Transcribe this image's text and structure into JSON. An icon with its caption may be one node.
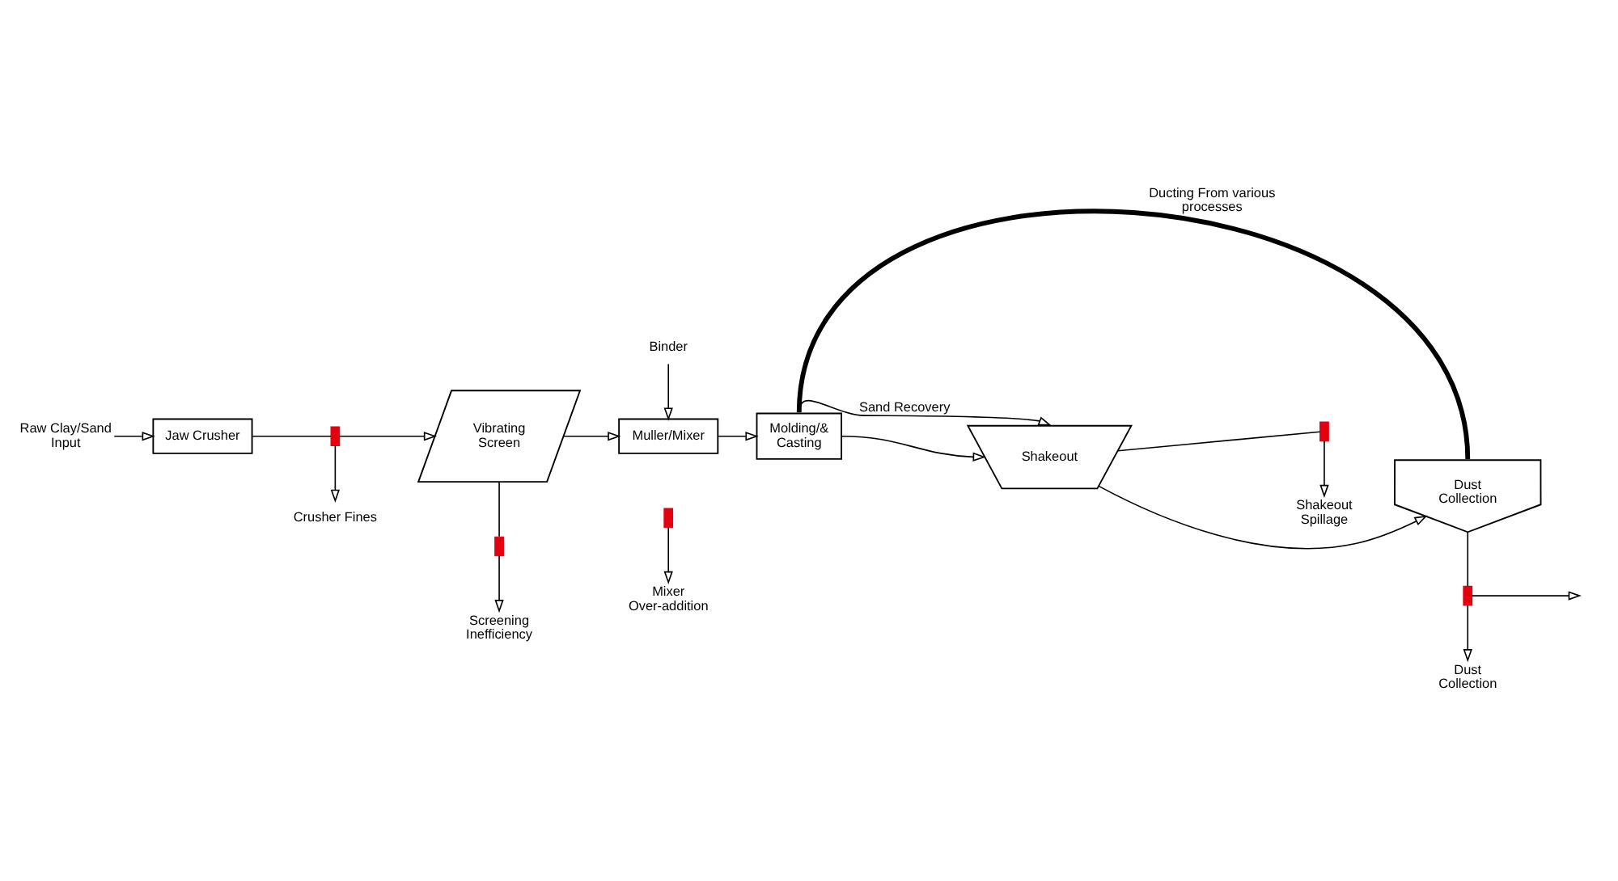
{
  "diagram": {
    "nodes": [
      {
        "text": [
          "Raw Clay/Sand Input"
        ]
      },
      {
        "text": [
          "Jaw Crusher"
        ]
      },
      {
        "text": [],
        "shape": "bar"
      },
      {
        "text": [
          "Crusher Fines"
        ]
      },
      {
        "text": [
          "Vibrating Screen"
        ]
      },
      {
        "text": [],
        "shape": "bar"
      },
      {
        "text": [
          "Screening Inefficiency"
        ]
      },
      {
        "text": [
          "Binder"
        ]
      },
      {
        "text": [
          "Muller/Mixer"
        ]
      },
      {
        "text": [],
        "shape": "bar"
      },
      {
        "text": [
          "Mixer Over-addition"
        ]
      },
      {
        "text": [
          "Molding/& Casting"
        ]
      },
      {
        "text": [
          "Shakeout"
        ]
      },
      {
        "text": [],
        "shape": "bar"
      },
      {
        "text": [
          "Shakeout Spillage"
        ]
      },
      {
        "text": [
          "Dust Collection"
        ]
      },
      {
        "text": [],
        "shape": "bar"
      },
      {
        "text": [
          "Dust Collection"
        ]
      }
    ],
    "edges": [
      {
        "from": 0,
        "to": 1,
        "arrow": "to"
      },
      {
        "from": 1,
        "to": 2,
        "arrow": "none"
      },
      {
        "from": 2,
        "to": 4,
        "arrow": "to"
      },
      {
        "from": 2,
        "to": 3,
        "arrow": "to"
      },
      {
        "from": 4,
        "to": 8,
        "arrow": "to"
      },
      {
        "from": 4,
        "to": 5,
        "arrow": "none"
      },
      {
        "from": 5,
        "to": 6,
        "arrow": "to"
      },
      {
        "from": 7,
        "to": 8,
        "arrow": "to"
      },
      {
        "from": 8,
        "to": 11,
        "arrow": "to"
      },
      {
        "from": 9,
        "to": 10,
        "arrow": "to"
      },
      {
        "from": 11,
        "to": 15,
        "arrow": "none",
        "style": "thick",
        "label": "Ducting From various processes"
      },
      {
        "from": 11,
        "to": 12,
        "arrow": "to",
        "label": "Sand Recovery"
      },
      {
        "from": 11,
        "to": 12,
        "arrow": "to"
      },
      {
        "from": 12,
        "to": 15,
        "arrow": "to"
      },
      {
        "from": 12,
        "to": 13,
        "arrow": "none"
      },
      {
        "from": 13,
        "to": 14,
        "arrow": "to"
      },
      {
        "from": 15,
        "to": 16,
        "arrow": "none"
      },
      {
        "from": 16,
        "to": 17,
        "arrow": "to"
      },
      {
        "from": 16,
        "to": null,
        "arrow": "to"
      }
    ]
  }
}
